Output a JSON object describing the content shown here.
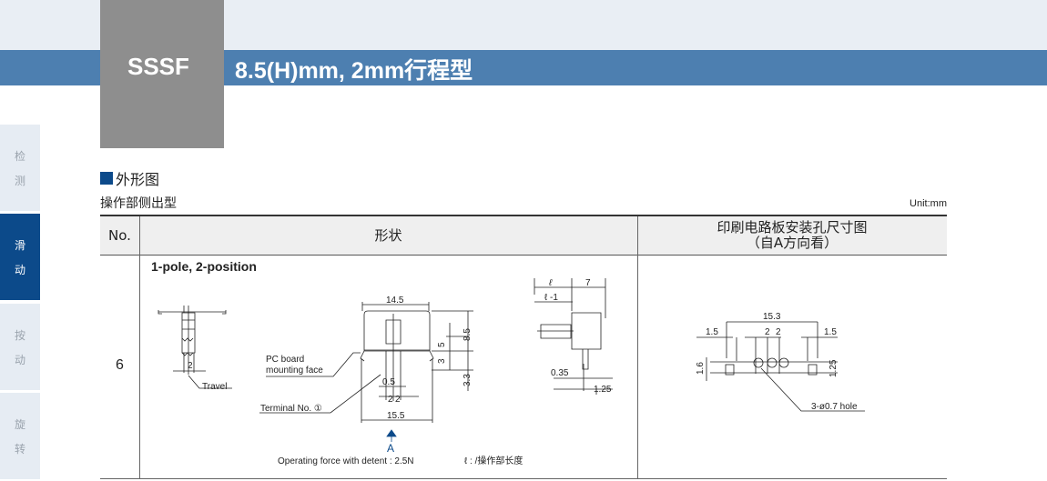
{
  "header": {
    "code": "SSSF",
    "title": "8.5(H)mm, 2mm行程型"
  },
  "sidebar": {
    "items": [
      {
        "l1": "检",
        "l2": "测"
      },
      {
        "l1": "滑",
        "l2": "动"
      },
      {
        "l1": "按",
        "l2": "动"
      },
      {
        "l1": "旋",
        "l2": "转"
      }
    ],
    "active_index": 1
  },
  "section": {
    "title": "外形图",
    "subtitle": "操作部侧出型",
    "unit": "Unit:mm"
  },
  "table": {
    "headers": {
      "no": "No.",
      "shape": "形状",
      "pcb_line1": "印刷电路板安装孔尺寸图",
      "pcb_line2": "（自A方向看）"
    },
    "rows": [
      {
        "no": "6",
        "variant": "1-pole, 2-position",
        "labels": {
          "travel": "Travel",
          "travel_dim": "2",
          "pc_board1": "PC board",
          "pc_board2": "mounting  face",
          "terminal": "Terminal  No. ①",
          "w145": "14.5",
          "h85": "8.5",
          "h5": "5",
          "h3": "3",
          "h33": "3.3",
          "p05": "0.5",
          "p2a": "2",
          "p2b": "2",
          "w155": "15.5",
          "arrow": "A",
          "force": "Operating  force  with  detent  :  2.5N",
          "lnote": "ℓ : /操作部长度",
          "l": "ℓ",
          "lm1": "ℓ -1",
          "seven": "7",
          "d035": "0.35",
          "d125": "1.25"
        },
        "pcb": {
          "w153": "15.3",
          "a15": "1.5",
          "b2": "2",
          "c2": "2",
          "d15": "1.5",
          "h16": "1.6",
          "h125": "1.25",
          "hole": "3-ø0.7 hole"
        }
      }
    ]
  },
  "colors": {
    "accent": "#0c4a8a",
    "bar": "#4d7fb0",
    "gray": "#8e8e8e"
  }
}
